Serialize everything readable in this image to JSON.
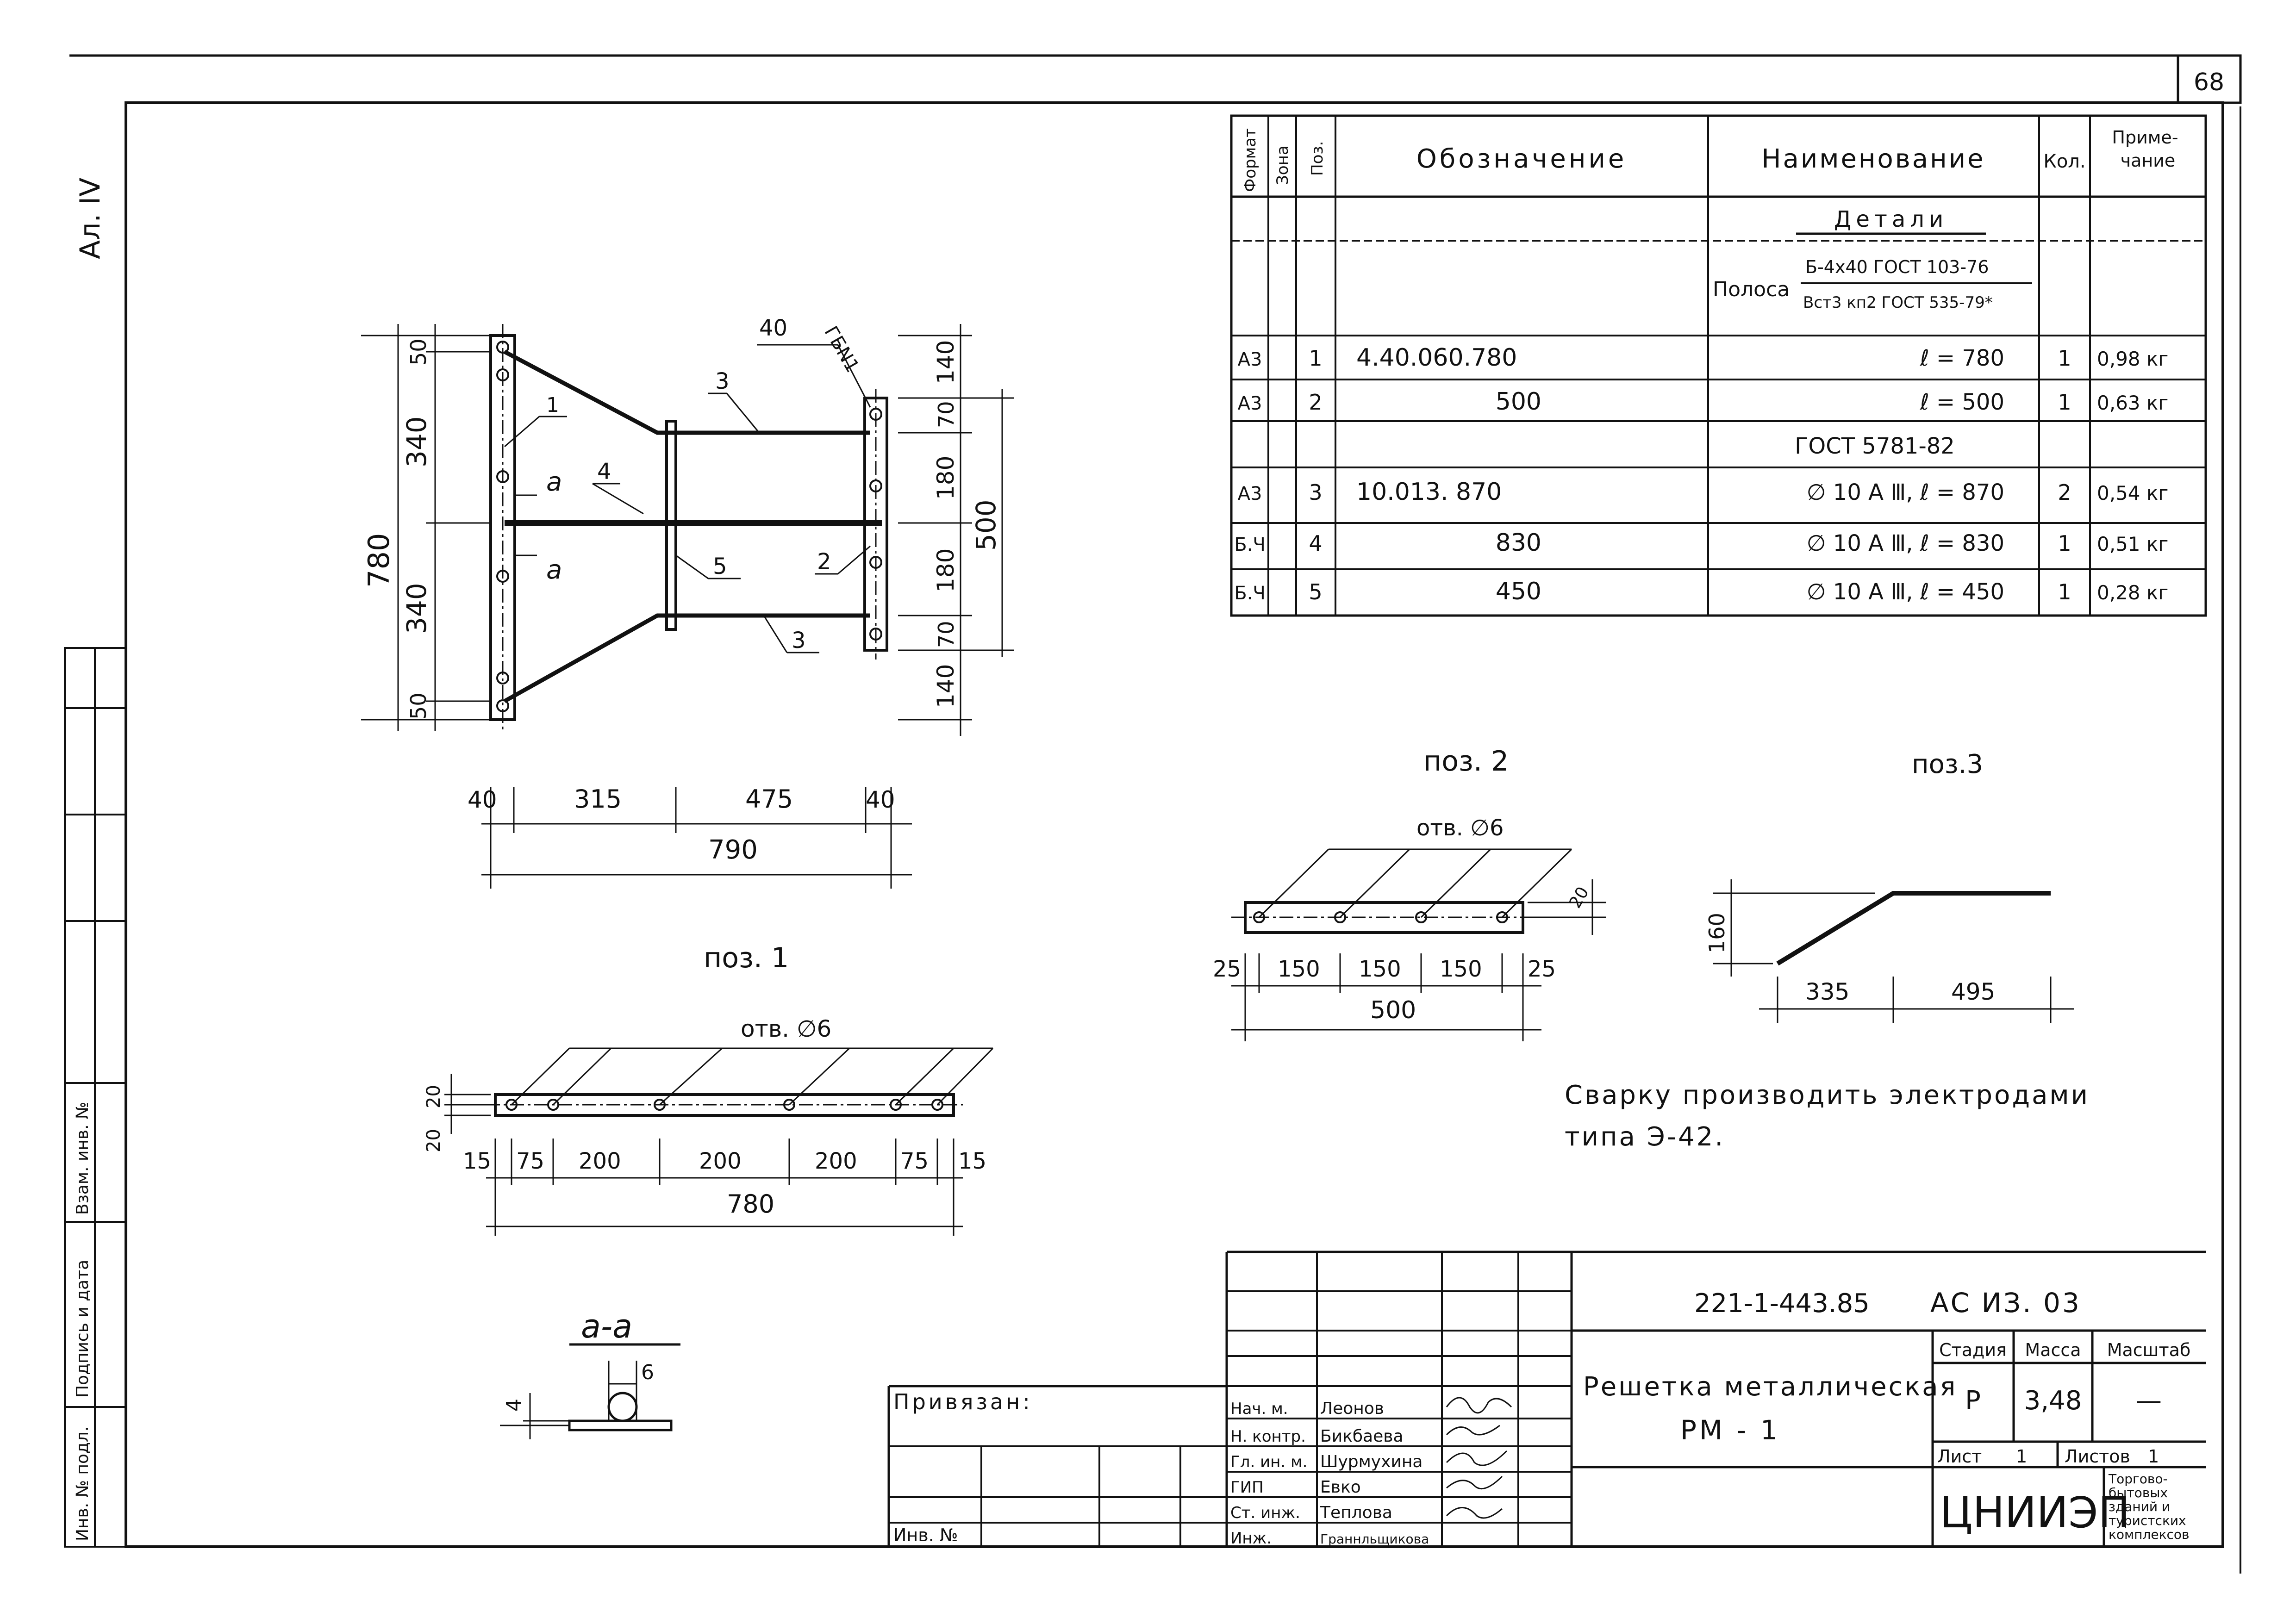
{
  "sheet": {
    "page_number": "68",
    "album_label": "Ал. IV"
  },
  "side_stamp": {
    "inv_orig": "Инв. № подл.",
    "sign_date": "Подпись и дата",
    "vzam_inv": "Взам. инв. №"
  },
  "spec": {
    "headers": {
      "format": "Формат",
      "zone": "Зона",
      "pos": "Поз.",
      "designation": "Обозначение",
      "name": "Наименование",
      "qty": "Кол.",
      "note": "Приме-\nчание"
    },
    "section_title": "Детали",
    "strip_label": "Полоса",
    "strip_fraction_top": "Б-4х40 ГОСТ 103-76",
    "strip_fraction_bottom": "Вст3 кп2 ГОСТ 535-79*",
    "gost_label": "ГОСТ 5781-82",
    "rows": [
      {
        "format": "А3",
        "pos": "1",
        "designation": "4.40.060.780",
        "name": "ℓ = 780",
        "qty": "1",
        "note": "0,98 кг"
      },
      {
        "format": "А3",
        "pos": "2",
        "designation": "500",
        "name": "ℓ = 500",
        "qty": "1",
        "note": "0,63 кг"
      },
      {
        "format": "А3",
        "pos": "3",
        "designation": "10.013. 870",
        "name": "∅ 10 А Ⅲ, ℓ = 870",
        "qty": "2",
        "note": "0,54 кг"
      },
      {
        "format": "Б.Ч",
        "pos": "4",
        "designation": "830",
        "name": "∅ 10 А Ⅲ, ℓ = 830",
        "qty": "1",
        "note": "0,51 кг"
      },
      {
        "format": "Б.Ч",
        "pos": "5",
        "designation": "450",
        "name": "∅ 10 А Ⅲ, ℓ = 450",
        "qty": "1",
        "note": "0,28 кг"
      }
    ]
  },
  "main_view": {
    "dims_left": [
      "50",
      "340",
      "340",
      "50"
    ],
    "overall_height": "780",
    "dims_right": [
      "140",
      "70",
      "180",
      "180",
      "70",
      "140"
    ],
    "overall_right": "500",
    "dims_bottom": [
      "40",
      "315",
      "475",
      "40"
    ],
    "overall_width": "790",
    "leaders": [
      "1",
      "4",
      "5",
      "2",
      "3",
      "3"
    ],
    "section_marks": [
      "а",
      "а"
    ],
    "weld_top_size": "40",
    "weld_top_code": "ГБN1"
  },
  "pos1": {
    "title": "поз. 1",
    "hole": "отв. ∅6",
    "dims": [
      "15",
      "75",
      "200",
      "200",
      "200",
      "75",
      "15"
    ],
    "overall": "780",
    "side_dims": [
      "20",
      "20"
    ]
  },
  "pos2": {
    "title": "поз. 2",
    "hole": "отв. ∅6",
    "dims": [
      "25",
      "150",
      "150",
      "150",
      "25"
    ],
    "overall": "500",
    "side_dim": "20"
  },
  "pos3": {
    "title": "поз.3",
    "height": "160",
    "dims": [
      "335",
      "495"
    ]
  },
  "section_aa": {
    "title": "а-а",
    "thickness": "4",
    "diameter": "6"
  },
  "note": {
    "line1": "Сварку производить электродами",
    "line2": "типа Э-42."
  },
  "title_block": {
    "doc_code": "221-1-443.85",
    "doc_suffix": "АС  ИЗ.   03",
    "privyazan": "Привязан:",
    "inv_no": "Инв. №",
    "title_line1": "Решетка металлическая",
    "title_line2": "РМ - 1",
    "stage_header": "Стадия",
    "mass_header": "Масса",
    "scale_header": "Масштаб",
    "stage": "Р",
    "mass": "3,48",
    "scale": "—",
    "sheet_label": "Лист",
    "sheet_no": "1",
    "sheets_label": "Листов",
    "sheets_no": "1",
    "org": "ЦНИИЭП",
    "org_note": [
      "Торгово-",
      "бытовых",
      "зданий и",
      "туристских",
      "комплексов"
    ],
    "people": [
      {
        "role": "Нач. м.",
        "name": "Леонов"
      },
      {
        "role": "Н. контр.",
        "name": "Бикбаева"
      },
      {
        "role": "Гл. ин. м.",
        "name": "Шурмухина"
      },
      {
        "role": "ГИП",
        "name": "Евко"
      },
      {
        "role": "Ст. инж.",
        "name": "Теплова"
      },
      {
        "role": "Инж.",
        "name": "Граннльщикова"
      }
    ]
  }
}
